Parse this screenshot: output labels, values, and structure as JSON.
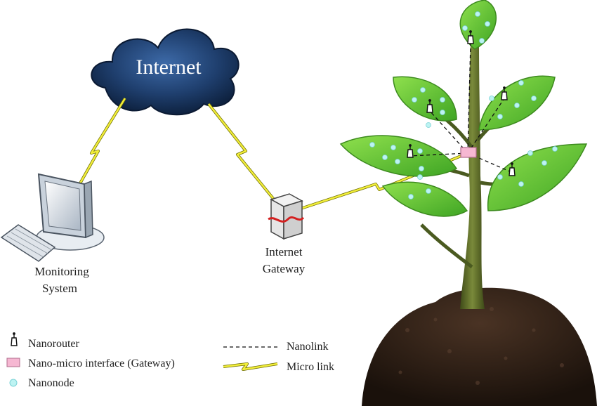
{
  "cloud": {
    "label": "Internet"
  },
  "monitoring": {
    "label_lines": [
      "Monitoring",
      "System"
    ]
  },
  "gateway": {
    "label_lines": [
      "Internet",
      "Gateway"
    ]
  },
  "legend": {
    "nanorouter": "Nanorouter",
    "interface": "Nano-micro interface (Gateway)",
    "nanonode": "Nanonode",
    "nanolink": "Nanolink",
    "microlink": "Micro link"
  },
  "colors": {
    "cloud": "#1f3f6e",
    "lightning": "#f2ee3a",
    "interface": "#f6b7d2",
    "nanonode": "#bdf3f2",
    "leaf": "#5cc234",
    "stem": "#5a6a2a",
    "soil": "#2b1d14"
  }
}
